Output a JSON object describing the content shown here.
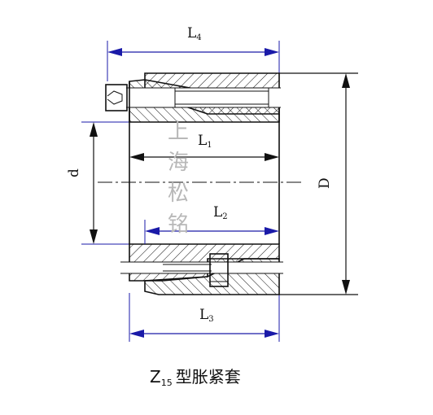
{
  "dimensions": {
    "L4": {
      "letter": "L",
      "sub": "4"
    },
    "L1": {
      "letter": "L",
      "sub": "1"
    },
    "L2": {
      "letter": "L",
      "sub": "2"
    },
    "L3": {
      "letter": "L",
      "sub": "3"
    },
    "d": "d",
    "D": "D"
  },
  "watermark": [
    "上",
    "海",
    "松",
    "铭"
  ],
  "caption": {
    "prefix": "Z",
    "sub": "15",
    "title": "型胀紧套"
  },
  "colors": {
    "dimension": "#1a1aa8",
    "line": "#111111",
    "watermark": "#b8b8b8"
  }
}
